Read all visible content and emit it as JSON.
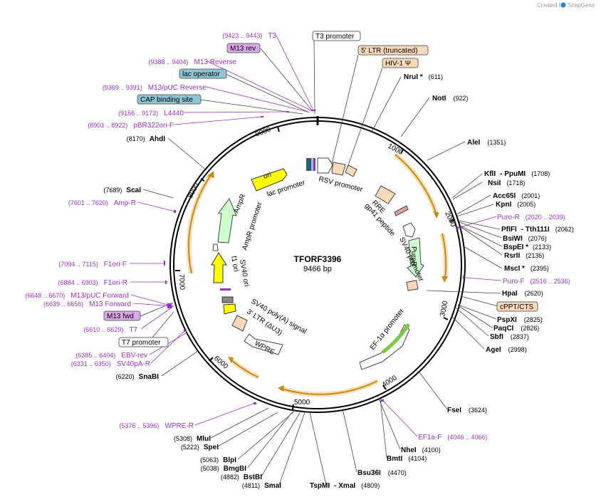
{
  "brand": {
    "created_by": "Created by",
    "name": "SnapGene"
  },
  "plasmid": {
    "name": "TFORF3396",
    "size": "9466 bp"
  },
  "ticks": [
    "1000",
    "2000",
    "3000",
    "4000",
    "5000",
    "6000",
    "7000",
    "8000",
    "9000"
  ],
  "features": {
    "ori": "ori",
    "lac_promoter": "lac promoter",
    "rsv_promoter": "RSV promoter",
    "rre": "RRE",
    "gp41": "gp41 peptide",
    "sv40_promoter": "SV40 promoter",
    "puror": "PuroR",
    "ef1a": "EF-1α promoter",
    "wpre": "WPRE",
    "ltr3": "3' LTR (ΔU3)",
    "sv40polya": "SV40 poly(A) signal",
    "sv40ori": "SV40 ori",
    "f1ori": "f1 ori",
    "ampr": "AmpR",
    "ampr_promoter": "AmpR promoter"
  },
  "boxed_labels": [
    {
      "text": "T3 promoter",
      "fill": "#ffffff"
    },
    {
      "text": "M13 rev",
      "fill": "#d8a8e8"
    },
    {
      "text": "lac operator",
      "fill": "#8fc4d4"
    },
    {
      "text": "CAP binding site",
      "fill": "#8fc4d4"
    },
    {
      "text": "5' LTR (truncated)",
      "fill": "#fad9b8"
    },
    {
      "text": "HIV-1 Ψ",
      "fill": "#fad9b8"
    },
    {
      "text": "cPPT/CTS",
      "fill": "#fad9b8"
    },
    {
      "text": "M13 fwd",
      "fill": "#d8a8e8"
    },
    {
      "text": "T7 promoter",
      "fill": "#ffffff"
    }
  ],
  "sites": [
    {
      "name": "NruI *",
      "pos": "(611)"
    },
    {
      "name": "NotI",
      "pos": "(922)"
    },
    {
      "name": "AleI",
      "pos": "(1351)"
    },
    {
      "name": "KflI",
      "name2": "- PpuMI",
      "pos": "(1708)"
    },
    {
      "name": "NsiI",
      "pos": "(1718)"
    },
    {
      "name": "Acc65I",
      "pos": "(2001)"
    },
    {
      "name": "KpnI",
      "pos": "(2005)"
    },
    {
      "name": "PflFI",
      "name2": "- Tth111I",
      "pos": "(2062)"
    },
    {
      "name": "BsiWI",
      "pos": "(2076)"
    },
    {
      "name": "BspEI *",
      "pos": "(2133)"
    },
    {
      "name": "RsrII",
      "pos": "(2136)"
    },
    {
      "name": "MscI *",
      "pos": "(2395)"
    },
    {
      "name": "HpaI",
      "pos": "(2620)"
    },
    {
      "name": "PspXI",
      "pos": "(2825)"
    },
    {
      "name": "PaqCI",
      "pos": "(2826)"
    },
    {
      "name": "SbfI",
      "pos": "(2837)"
    },
    {
      "name": "AgeI",
      "pos": "(2998)"
    },
    {
      "name": "FseI",
      "pos": "(3624)"
    },
    {
      "name": "NheI",
      "pos": "(4100)"
    },
    {
      "name": "BmtI",
      "pos": "(4104)"
    },
    {
      "name": "Bsu36I",
      "pos": "(4470)"
    },
    {
      "name": "TspMI",
      "name2": "- XmaI",
      "pos": "(4809)"
    },
    {
      "name": "SmaI",
      "pos": "(4811)"
    },
    {
      "name": "BstBI",
      "pos": "(4882)"
    },
    {
      "name": "BmgBI",
      "pos": "(5038)"
    },
    {
      "name": "BlpI",
      "pos": "(5063)"
    },
    {
      "name": "SpeI",
      "pos": "(5222)"
    },
    {
      "name": "MluI",
      "pos": "(5308)"
    },
    {
      "name": "SnaBI",
      "pos": "(6220)"
    },
    {
      "name": "ScaI",
      "pos": "(7689)"
    },
    {
      "name": "AhdI",
      "pos": "(8170)"
    }
  ],
  "primers": [
    {
      "name": "T3",
      "range": "(9423 .. 9443)"
    },
    {
      "name": "M13 Reverse",
      "range": "(9388 .. 9404)"
    },
    {
      "name": "M13/pUC Reverse",
      "range": "(9369 .. 9391)"
    },
    {
      "name": "L4440",
      "range": "(9156 .. 9173)"
    },
    {
      "name": "pBR322ori-F",
      "range": "(8903 .. 8922)"
    },
    {
      "name": "Puro-R",
      "range": "(2020 .. 2039)"
    },
    {
      "name": "Puro-F",
      "range": "(2516 .. 2536)"
    },
    {
      "name": "EF1a-F",
      "range": "(4046 .. 4066)"
    },
    {
      "name": "WPRE-R",
      "range": "(5376 .. 5396)"
    },
    {
      "name": "SV40pA-R",
      "range": "(6331 .. 6350)"
    },
    {
      "name": "EBV-rev",
      "range": "(6385 .. 6404)"
    },
    {
      "name": "T7",
      "range": "(6610 .. 6629)"
    },
    {
      "name": "M13 Forward",
      "range": "(6639 .. 6656)"
    },
    {
      "name": "M13/pUC Forward",
      "range": "(6648 .. 6670)"
    },
    {
      "name": "F1ori-R",
      "range": "(6884 .. 6903)"
    },
    {
      "name": "F1ori-F",
      "range": "(7094 .. 7115)"
    },
    {
      "name": "Amp-R",
      "range": "(7601 .. 7620)"
    }
  ]
}
